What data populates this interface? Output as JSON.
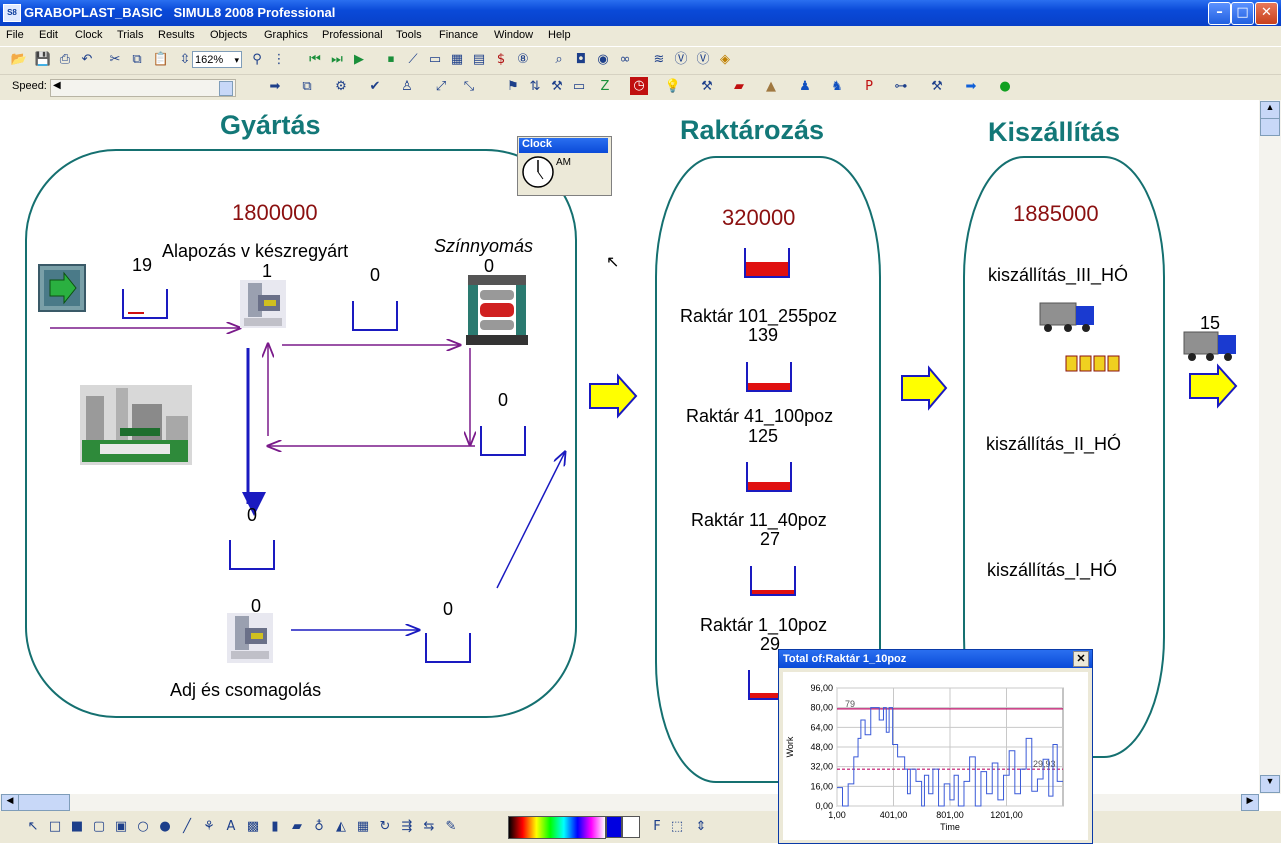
{
  "window": {
    "icon_text": "S8",
    "title": "GRABOPLAST_BASIC   SIMUL8 2008 Professional",
    "minimize_icon": "minimize-icon",
    "maximize_icon": "maximize-icon",
    "close_icon": "close-icon"
  },
  "menu": [
    "File",
    "Edit",
    "Clock",
    "Trials",
    "Results",
    "Objects",
    "Graphics",
    "Professional",
    "Tools",
    "Finance",
    "Window",
    "Help"
  ],
  "toolbar": {
    "zoom_value": "162%",
    "speed_label": "Speed:"
  },
  "sections": {
    "gyartas": "Gyártás",
    "raktarozas": "Raktározás",
    "kiszallitas": "Kiszállítás"
  },
  "gyartas": {
    "total": "1800000",
    "entry_count": "19",
    "station1_label": "Alapozás v készregyárt",
    "station1_count": "1",
    "queue1_count": "0",
    "station2_label": "Színnyomás",
    "station2_count": "0",
    "queue2_count": "0",
    "queue3_count": "0",
    "station3_count": "0",
    "station3_label": "Adj és csomagolás",
    "queue4_count": "0"
  },
  "raktar": {
    "total": "320000",
    "items": [
      {
        "label": "Raktár 101_255poz",
        "value": "139"
      },
      {
        "label": "Raktár 41_100poz",
        "value": "125"
      },
      {
        "label": "Raktár 11_40poz",
        "value": "27"
      },
      {
        "label": "Raktár 1_10poz",
        "value": "29"
      }
    ]
  },
  "kiszallitas": {
    "total": "1885000",
    "items": [
      "kiszállítás_III_HÓ",
      "kiszállítás_II_HÓ",
      "kiszállítás_I_HÓ"
    ],
    "exit_count": "15"
  },
  "clock": {
    "title": "Clock",
    "ampm": "AM"
  },
  "graph": {
    "title": "Total of:Raktár 1_10poz",
    "close_icon": "close-icon",
    "ylabel": "Work",
    "xlabel": "Time",
    "yticks": [
      "96,00",
      "80,00",
      "64,00",
      "48,00",
      "32,00",
      "16,00",
      "0,00"
    ],
    "xticks": [
      "1,00",
      "401,00",
      "801,00",
      "1201,00"
    ],
    "max_label": "79",
    "avg_label": "29,93"
  },
  "chart_data": {
    "type": "line",
    "title": "Total of:Raktár 1_10poz",
    "xlabel": "Time",
    "ylabel": "Work",
    "xlim": [
      1,
      1601
    ],
    "ylim": [
      0,
      96
    ],
    "grid": true,
    "reference_lines": [
      {
        "label": "79",
        "value": 79
      },
      {
        "label": "29,93",
        "value": 29.93
      }
    ],
    "series": [
      {
        "x": [
          1,
          40,
          40,
          80,
          80,
          120,
          120,
          150,
          150,
          170,
          170,
          200,
          200,
          240,
          240,
          280,
          300,
          300,
          330,
          330,
          350,
          350,
          370,
          370,
          395,
          395,
          430,
          430,
          480,
          480,
          500,
          500,
          520,
          520,
          560,
          560,
          600,
          600,
          620,
          620,
          650,
          650,
          680,
          680,
          720,
          720,
          760,
          760,
          800,
          800,
          830,
          830,
          860,
          860,
          900,
          900,
          940,
          940,
          980,
          980,
          1020,
          1020,
          1060,
          1060,
          1100,
          1100,
          1140,
          1140,
          1180,
          1180,
          1220,
          1220,
          1260,
          1260,
          1300,
          1300,
          1340,
          1340,
          1380,
          1380,
          1420,
          1420,
          1460,
          1460,
          1500,
          1500,
          1530,
          1530,
          1560,
          1560,
          1601
        ],
        "y": [
          15,
          15,
          0,
          0,
          18,
          18,
          40,
          40,
          55,
          55,
          70,
          70,
          58,
          58,
          80,
          80,
          80,
          70,
          70,
          80,
          80,
          60,
          60,
          80,
          80,
          50,
          50,
          40,
          40,
          30,
          30,
          10,
          10,
          30,
          30,
          20,
          20,
          0,
          0,
          25,
          25,
          10,
          10,
          30,
          30,
          0,
          0,
          18,
          18,
          5,
          5,
          25,
          25,
          0,
          0,
          20,
          20,
          40,
          40,
          0,
          0,
          28,
          28,
          10,
          10,
          35,
          35,
          5,
          5,
          25,
          25,
          45,
          45,
          10,
          10,
          30,
          30,
          55,
          55,
          12,
          12,
          22,
          22,
          38,
          38,
          8,
          8,
          50,
          50,
          20,
          20
        ]
      }
    ]
  }
}
